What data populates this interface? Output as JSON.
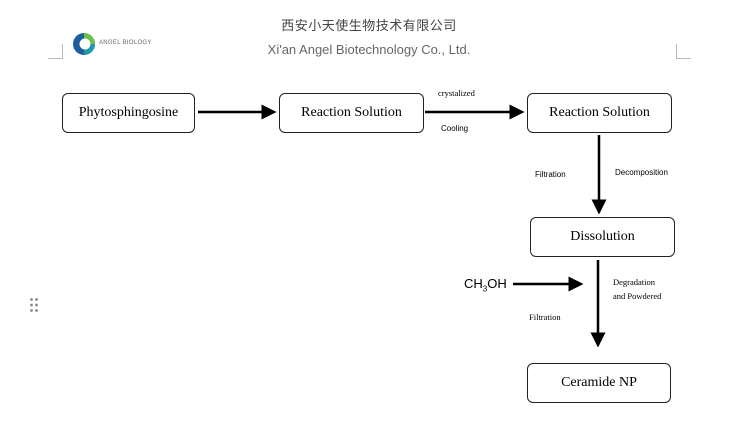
{
  "header": {
    "company_cn": "西安小天使生物技术有限公司",
    "company_en": "Xi'an Angel Biotechnology Co., Ltd.",
    "logo_text": "ANGEL BIOLOGY"
  },
  "nodes": {
    "phytosphingosine": "Phytosphingosine",
    "reaction_solution_1": "Reaction Solution",
    "reaction_solution_2": "Reaction Solution",
    "dissolution": "Dissolution",
    "ceramide_np": "Ceramide NP"
  },
  "edge_labels": {
    "crystalized": "crystalized",
    "cooling": "Cooling",
    "filtration_1": "Filtration",
    "decomposition": "Decomposition",
    "degradation_line1": "Degradation",
    "degradation_line2": "and Powdered",
    "filtration_2": "Filtration"
  },
  "reagent": {
    "prefix": "CH",
    "subscript": "3",
    "suffix": "OH"
  },
  "colors": {
    "logo_teal": "#1f9aa8",
    "logo_green": "#6cc04a",
    "logo_blue": "#1d5f9e",
    "arrow": "#000000"
  }
}
